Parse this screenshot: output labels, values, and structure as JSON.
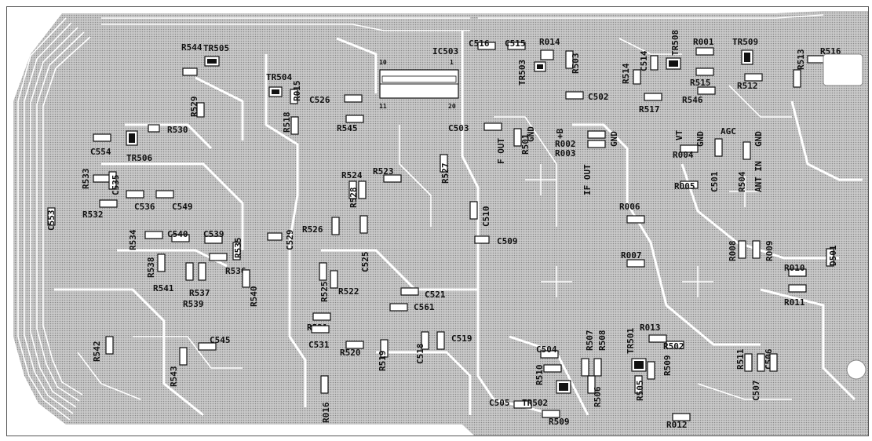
{
  "diagram": {
    "components": [
      {
        "ref": "TR505",
        "type": "transistor"
      },
      {
        "ref": "R544",
        "type": "resistor"
      },
      {
        "ref": "R529",
        "type": "resistor"
      },
      {
        "ref": "TR504",
        "type": "transistor"
      },
      {
        "ref": "R015",
        "type": "resistor"
      },
      {
        "ref": "R518",
        "type": "resistor"
      },
      {
        "ref": "C526",
        "type": "capacitor"
      },
      {
        "ref": "R545",
        "type": "resistor"
      },
      {
        "ref": "IC503",
        "type": "ic"
      },
      {
        "ref": "C516",
        "type": "capacitor"
      },
      {
        "ref": "C515",
        "type": "capacitor"
      },
      {
        "ref": "R014",
        "type": "resistor"
      },
      {
        "ref": "TR503",
        "type": "transistor"
      },
      {
        "ref": "R503",
        "type": "resistor"
      },
      {
        "ref": "R514",
        "type": "resistor"
      },
      {
        "ref": "C514",
        "type": "capacitor"
      },
      {
        "ref": "TR508",
        "type": "transistor"
      },
      {
        "ref": "R001",
        "type": "resistor"
      },
      {
        "ref": "TR509",
        "type": "transistor"
      },
      {
        "ref": "R513",
        "type": "resistor"
      },
      {
        "ref": "R516",
        "type": "resistor"
      },
      {
        "ref": "R515",
        "type": "resistor"
      },
      {
        "ref": "R512",
        "type": "resistor"
      },
      {
        "ref": "R546",
        "type": "resistor"
      },
      {
        "ref": "R517",
        "type": "resistor"
      },
      {
        "ref": "C502",
        "type": "capacitor"
      },
      {
        "ref": "R530",
        "type": "resistor"
      },
      {
        "ref": "C554",
        "type": "capacitor"
      },
      {
        "ref": "TR506",
        "type": "transistor"
      },
      {
        "ref": "C503",
        "type": "capacitor"
      },
      {
        "ref": "R501",
        "type": "resistor"
      },
      {
        "ref": "R002",
        "type": "resistor"
      },
      {
        "ref": "R003",
        "type": "resistor"
      },
      {
        "ref": "R004",
        "type": "resistor"
      },
      {
        "ref": "C501",
        "type": "capacitor"
      },
      {
        "ref": "R504",
        "type": "resistor"
      },
      {
        "ref": "R005",
        "type": "resistor"
      },
      {
        "ref": "R533",
        "type": "resistor"
      },
      {
        "ref": "C535",
        "type": "capacitor"
      },
      {
        "ref": "R532",
        "type": "resistor"
      },
      {
        "ref": "C536",
        "type": "capacitor"
      },
      {
        "ref": "C549",
        "type": "capacitor"
      },
      {
        "ref": "C553",
        "type": "capacitor"
      },
      {
        "ref": "R524",
        "type": "resistor"
      },
      {
        "ref": "R523",
        "type": "resistor"
      },
      {
        "ref": "R527",
        "type": "resistor"
      },
      {
        "ref": "R528",
        "type": "resistor"
      },
      {
        "ref": "C510",
        "type": "capacitor"
      },
      {
        "ref": "R006",
        "type": "resistor"
      },
      {
        "ref": "R534",
        "type": "resistor"
      },
      {
        "ref": "C540",
        "type": "capacitor"
      },
      {
        "ref": "C539",
        "type": "capacitor"
      },
      {
        "ref": "R535",
        "type": "resistor"
      },
      {
        "ref": "C529",
        "type": "capacitor"
      },
      {
        "ref": "R526",
        "type": "resistor"
      },
      {
        "ref": "C525",
        "type": "capacitor"
      },
      {
        "ref": "C509",
        "type": "capacitor"
      },
      {
        "ref": "R538",
        "type": "resistor"
      },
      {
        "ref": "R536",
        "type": "resistor"
      },
      {
        "ref": "R541",
        "type": "resistor"
      },
      {
        "ref": "R537",
        "type": "resistor"
      },
      {
        "ref": "R539",
        "type": "resistor"
      },
      {
        "ref": "R540",
        "type": "resistor"
      },
      {
        "ref": "R007",
        "type": "resistor"
      },
      {
        "ref": "R008",
        "type": "resistor"
      },
      {
        "ref": "R009",
        "type": "resistor"
      },
      {
        "ref": "D501",
        "type": "diode"
      },
      {
        "ref": "R010",
        "type": "resistor"
      },
      {
        "ref": "R011",
        "type": "resistor"
      },
      {
        "ref": "R525",
        "type": "resistor"
      },
      {
        "ref": "R522",
        "type": "resistor"
      },
      {
        "ref": "C521",
        "type": "capacitor"
      },
      {
        "ref": "C561",
        "type": "capacitor"
      },
      {
        "ref": "R542",
        "type": "resistor"
      },
      {
        "ref": "C545",
        "type": "capacitor"
      },
      {
        "ref": "R521",
        "type": "resistor"
      },
      {
        "ref": "C531",
        "type": "capacitor"
      },
      {
        "ref": "R520",
        "type": "resistor"
      },
      {
        "ref": "R519",
        "type": "resistor"
      },
      {
        "ref": "C518",
        "type": "capacitor"
      },
      {
        "ref": "C519",
        "type": "capacitor"
      },
      {
        "ref": "R543",
        "type": "resistor"
      },
      {
        "ref": "R013",
        "type": "resistor"
      },
      {
        "ref": "C504",
        "type": "capacitor"
      },
      {
        "ref": "R507",
        "type": "resistor"
      },
      {
        "ref": "R508",
        "type": "resistor"
      },
      {
        "ref": "R502",
        "type": "resistor"
      },
      {
        "ref": "R510",
        "type": "resistor"
      },
      {
        "ref": "TR501",
        "type": "transistor"
      },
      {
        "ref": "R511",
        "type": "resistor"
      },
      {
        "ref": "C506",
        "type": "capacitor"
      },
      {
        "ref": "C507",
        "type": "capacitor"
      },
      {
        "ref": "R509",
        "type": "resistor"
      },
      {
        "ref": "R505",
        "type": "resistor"
      },
      {
        "ref": "R506",
        "type": "resistor"
      },
      {
        "ref": "C505",
        "type": "capacitor"
      },
      {
        "ref": "TR502",
        "type": "transistor"
      },
      {
        "ref": "R509",
        "type": "resistor"
      },
      {
        "ref": "R016",
        "type": "resistor"
      },
      {
        "ref": "R012",
        "type": "resistor"
      }
    ],
    "ic_pins": {
      "pin_10": "10",
      "pin_11": "11",
      "pin_1": "1",
      "pin_20": "20"
    },
    "net_labels": {
      "f_out": "F OUT",
      "if_out": "IF OUT",
      "gnd_1": "GND",
      "gnd_2": "GND",
      "gnd_3": "GND",
      "gnd_4": "GND",
      "plus_b": "+B",
      "vt": "VT",
      "agc": "AGC",
      "ant_in": "ANT IN"
    },
    "colors": {
      "ground_fill": "#b7b7b7",
      "trace": "#ffffff",
      "ink": "#111111",
      "background": "#ffffff"
    }
  }
}
